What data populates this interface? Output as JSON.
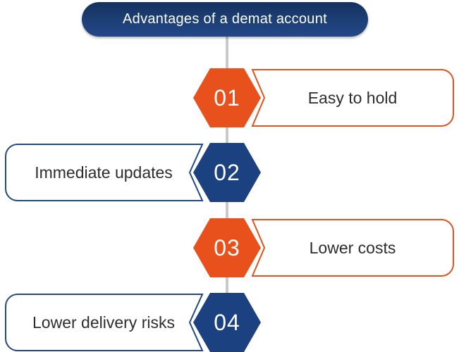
{
  "title": "Advantages of a demat account",
  "colors": {
    "navy": "#1c4181",
    "navy_border": "#25497f",
    "header_navy": "#1d4076",
    "orange": "#e8501c",
    "orange_border": "#e2521f",
    "label_text": "#2d2d2d",
    "number_text": "#ffffff",
    "connector_gray": "#c9c9c9",
    "box_bg": "#ffffff"
  },
  "items": [
    {
      "number": "01",
      "label": "Easy to hold",
      "side": "right",
      "color": "orange"
    },
    {
      "number": "02",
      "label": "Immediate updates",
      "side": "left",
      "color": "navy"
    },
    {
      "number": "03",
      "label": "Lower costs",
      "side": "right",
      "color": "orange"
    },
    {
      "number": "04",
      "label": "Lower delivery risks",
      "side": "left",
      "color": "navy"
    }
  ]
}
